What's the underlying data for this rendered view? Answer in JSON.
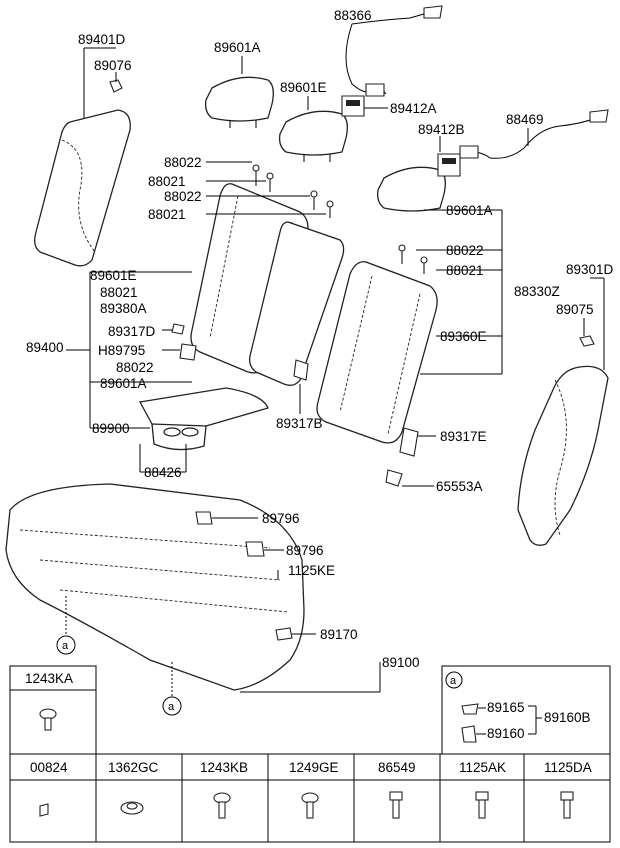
{
  "callouts": {
    "p89401D": "89401D",
    "p89076": "89076",
    "p89601A_top": "89601A",
    "p88366": "88366",
    "p89601E_top": "89601E",
    "p89412A": "89412A",
    "p88469": "88469",
    "p89412B": "89412B",
    "p88022_a": "88022",
    "p88021_a": "88021",
    "p88022_b": "88022",
    "p88021_b": "88021",
    "p89601A_right": "89601A",
    "p88022_r": "88022",
    "p88021_r": "88021",
    "p89601E_left": "89601E",
    "p88021_left": "88021",
    "p89380A": "89380A",
    "p88330Z": "88330Z",
    "p89301D": "89301D",
    "p89075": "89075",
    "p89317D": "89317D",
    "pH89795": "H89795",
    "p89400": "89400",
    "p88022_left": "88022",
    "p89601A_left": "89601A",
    "p89360E": "89360E",
    "p89900": "89900",
    "p89317B": "89317B",
    "p89317E": "89317E",
    "p88426": "88426",
    "p65553A": "65553A",
    "p89796_a": "89796",
    "p89796_b": "89796",
    "p1125KE": "1125KE",
    "p89170": "89170",
    "p89100": "89100",
    "ref_a_1": "a",
    "ref_a_2": "a"
  },
  "detail_box": {
    "ref": "a",
    "p89165": "89165",
    "p89160": "89160",
    "p89160B": "89160B"
  },
  "fastener_table": {
    "top_cell": "1243KA",
    "headers": [
      "00824",
      "1362GC",
      "1243KB",
      "1249GE",
      "86549",
      "1125AK",
      "1125DA"
    ]
  }
}
